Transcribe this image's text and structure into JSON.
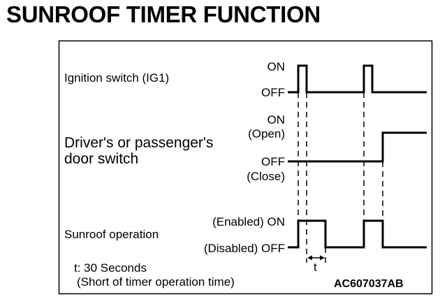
{
  "title": "SUNROOF TIMER FUNCTION",
  "signals": {
    "ignition": {
      "name": "Ignition switch (IG1)",
      "on_label": "ON",
      "off_label": "OFF"
    },
    "door": {
      "name_line1": "Driver's or passenger's",
      "name_line2": "door switch",
      "on_label": "ON",
      "open_label": "(Open)",
      "off_label": "OFF",
      "close_label": "(Close)"
    },
    "sunroof": {
      "name": "Sunroof operation",
      "on_label": "(Enabled) ON",
      "off_label": "(Disabled) OFF"
    }
  },
  "timer": {
    "symbol": "t",
    "note_line1": "t: 30 Seconds",
    "note_line2": "(Short of timer operation time)"
  },
  "figure_code": "AC607037AB",
  "colors": {
    "line": "#000000",
    "background": "#ffffff"
  }
}
